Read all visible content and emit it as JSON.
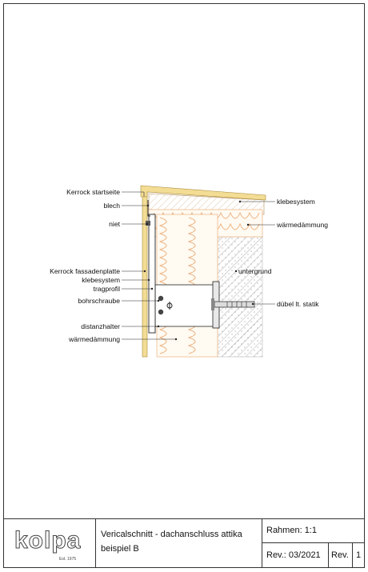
{
  "diagram": {
    "labels_left": {
      "startseite": "Kerrock startseite",
      "blech": "blech",
      "niet": "niet",
      "fassadenplatte": "Kerrock fassadenplatte",
      "klebesystem": "klebesystem",
      "tragprofil": "tragprofil",
      "bohrschraube": "bohrschraube",
      "distanzhalter": "distanzhalter",
      "waermedaemmung": "wärmedämmung"
    },
    "labels_right": {
      "klebesystem": "klebesystem",
      "waermedaemmung": "wärmedämmung",
      "untergrund": "untergrund",
      "duebel": "dübel lt. statik"
    },
    "colors": {
      "kerrock": "#f3dc94",
      "insulation_line": "#e9a468",
      "concrete_hatch": "#9a9a9a",
      "outline": "#222222"
    }
  },
  "title_block": {
    "logo_text": "kolpa",
    "logo_est": "Est. 1975",
    "title_line1": "Vericalschnitt - dachanschluss attika",
    "title_line2": "beispiel B",
    "scale": "Rahmen: 1:1",
    "revision_date": "Rev.: 03/2021",
    "revision_label": "Rev.",
    "revision_number": "1"
  }
}
